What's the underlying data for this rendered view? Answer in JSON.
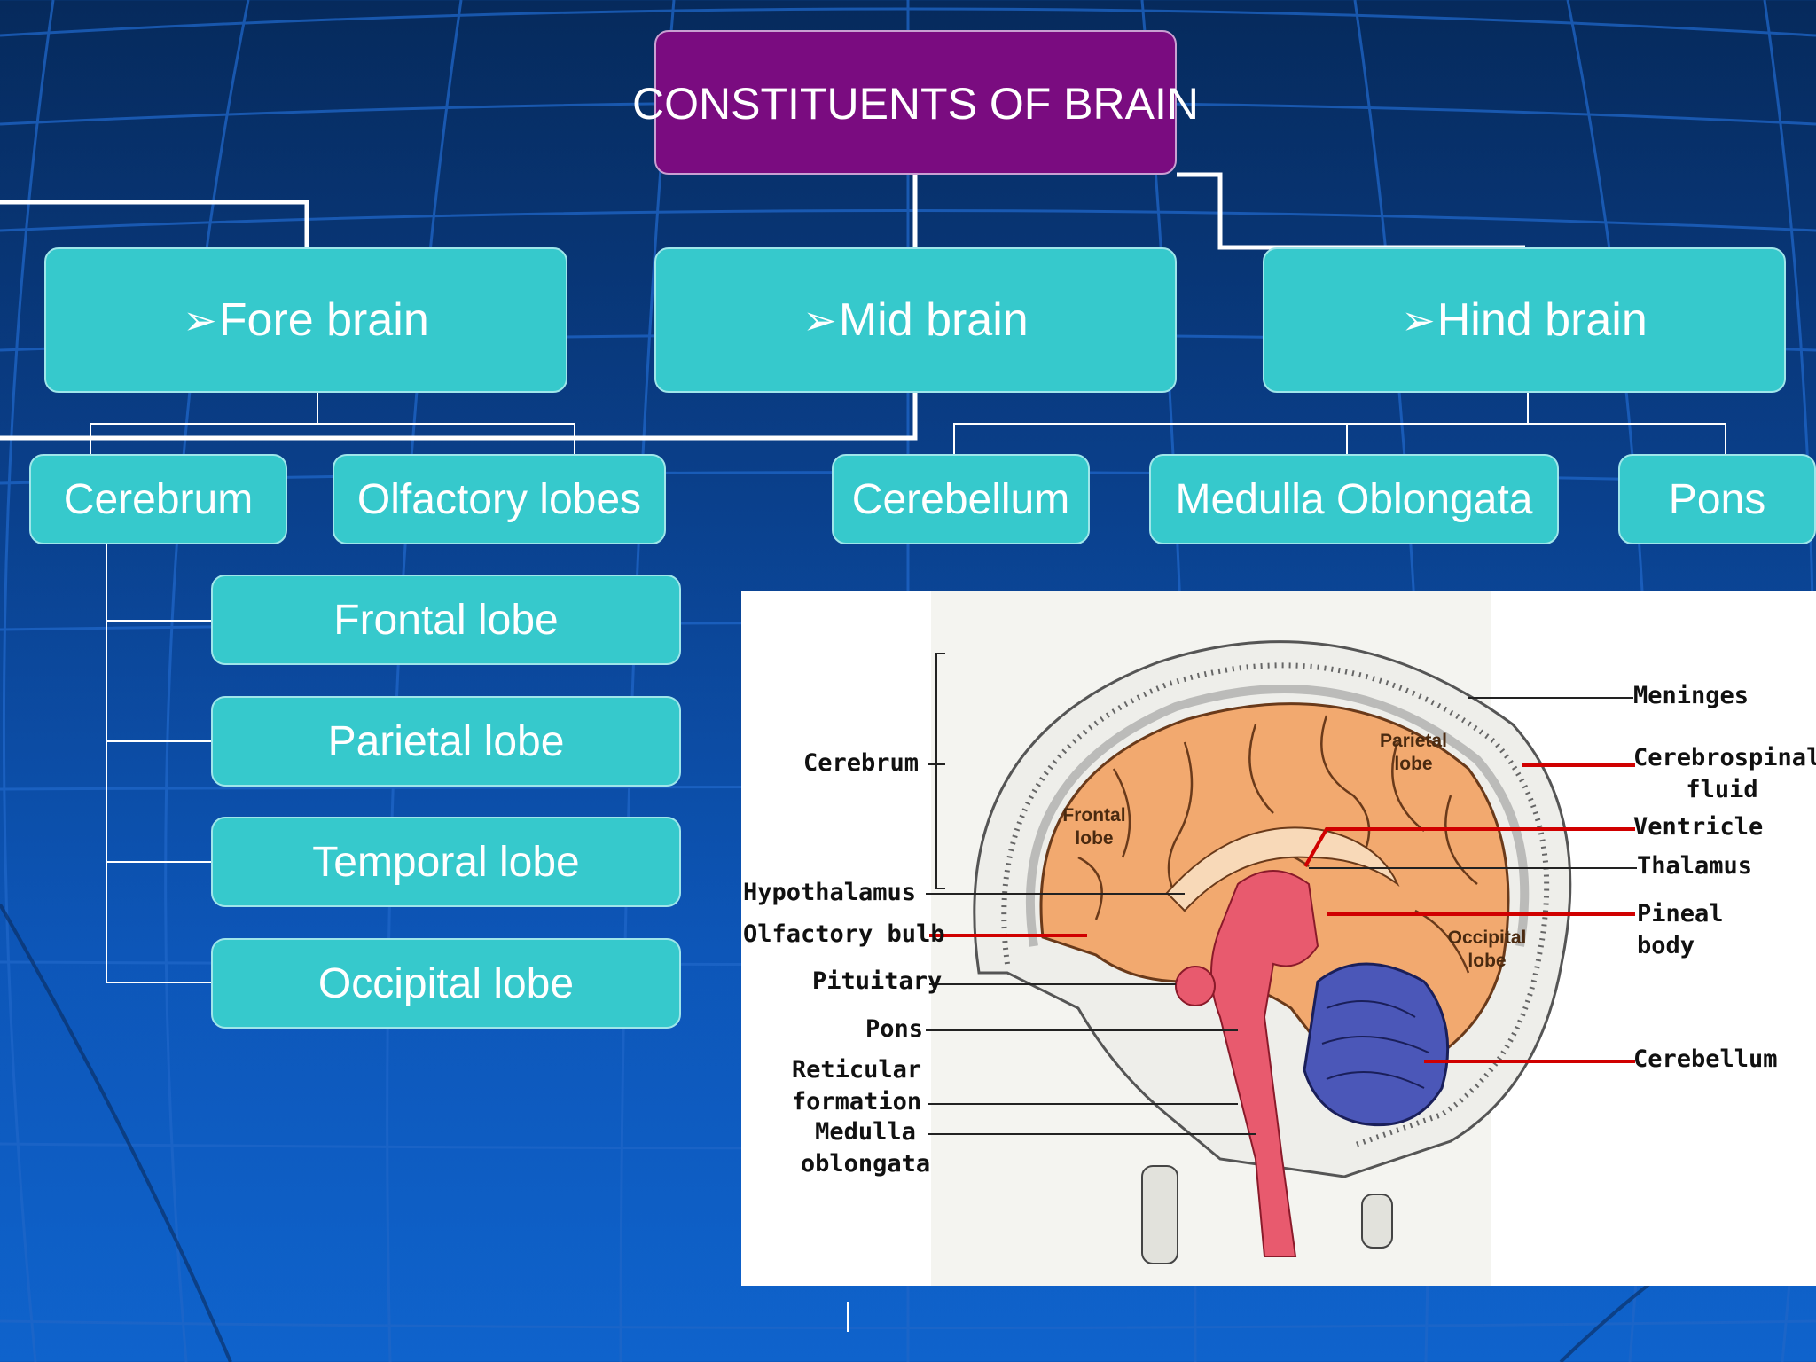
{
  "title": "CONSTITUENTS OF BRAIN",
  "arrow_glyph": "➢",
  "level1": [
    {
      "label": "Fore brain"
    },
    {
      "label": "Mid brain"
    },
    {
      "label": "Hind brain"
    }
  ],
  "forebrain_parts": [
    "Cerebrum",
    "Olfactory lobes"
  ],
  "hindbrain_parts": [
    "Cerebellum",
    "Medulla Oblongata",
    "Pons"
  ],
  "cerebrum_lobes": [
    "Frontal lobe",
    "Parietal lobe",
    "Temporal lobe",
    "Occipital lobe"
  ],
  "figure": {
    "left_labels": {
      "cerebrum": "Cerebrum",
      "hypothalamus": "Hypothalamus",
      "olfactory_bulb": "Olfactory bulb",
      "pituitary": "Pituitary",
      "pons": "Pons",
      "reticular_1": "Reticular",
      "reticular_2": "formation",
      "medulla_1": "Medulla",
      "medulla_2": "oblongata"
    },
    "right_labels": {
      "meninges": "Meninges",
      "csf_1": "Cerebrospinal",
      "csf_2": "fluid",
      "ventricle": "Ventricle",
      "thalamus": "Thalamus",
      "pineal_1": "Pineal",
      "pineal_2": "body",
      "cerebellum": "Cerebellum"
    },
    "inner_labels": {
      "parietal_1": "Parietal",
      "parietal_2": "lobe",
      "frontal_1": "Frontal",
      "frontal_2": "lobe",
      "occipital_1": "Occipital",
      "occipital_2": "lobe"
    }
  },
  "colors": {
    "title_box": "#7a0c80",
    "node_box": "#36c9cc",
    "cortex": "#f2a96f",
    "brainstem": "#e85a6e",
    "cerebellum": "#4b57b8",
    "pointer_red": "#d00000"
  }
}
